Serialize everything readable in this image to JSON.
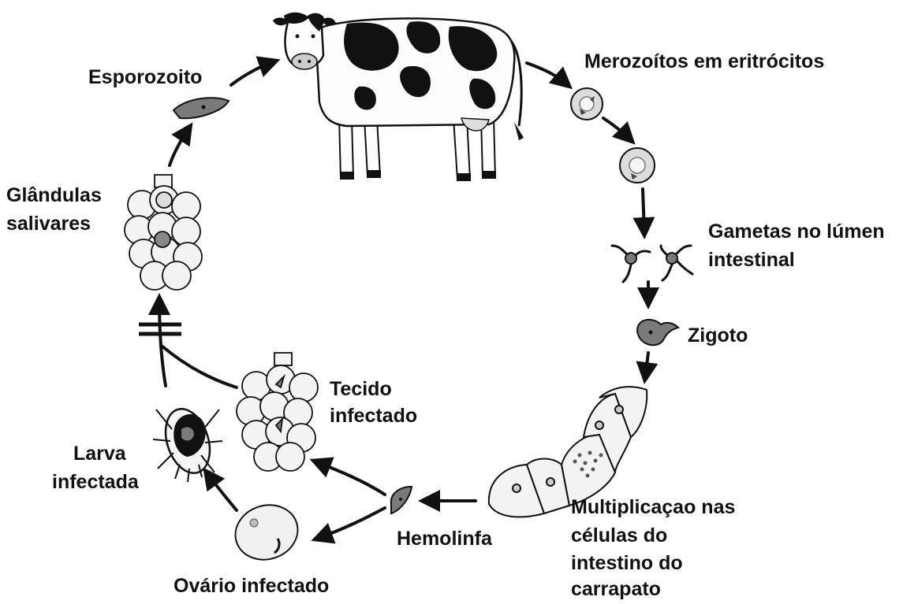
{
  "labels": {
    "esporozoito": "Esporozoito",
    "merozoitos": "Merozoítos em eritrócitos",
    "glandulas_1": "Glândulas",
    "glandulas_2": "salivares",
    "gametas_1": "Gametas no lúmen",
    "gametas_2": "intestinal",
    "zigoto": "Zigoto",
    "tecido_1": "Tecido",
    "tecido_2": "infectado",
    "larva_1": "Larva",
    "larva_2": "infectada",
    "multiplicacao_1": "Multiplicaçao nas",
    "multiplicacao_2": "células do",
    "multiplicacao_3": "intestino do",
    "multiplicacao_4": "carrapato",
    "hemolinfa": "Hemolinfa",
    "ovario": "Ovário infectado"
  },
  "colors": {
    "ink": "#111111",
    "cell_fill": "#f3f3f3",
    "parasite": "#7a7a7a",
    "cow_white": "#fdfdfd"
  },
  "icons": {
    "host": "cow-icon",
    "tick": "tick-icon",
    "transmission_block": "double-bar-icon"
  }
}
